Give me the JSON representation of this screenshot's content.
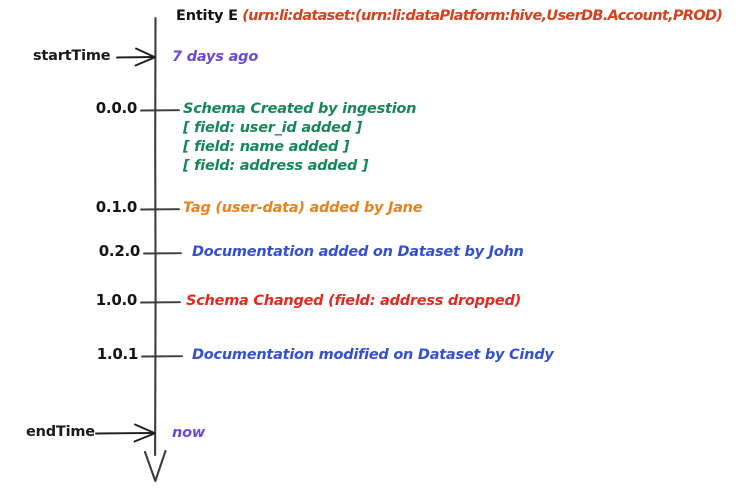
{
  "diagram": {
    "type": "timeline",
    "title": {
      "entity_label": "Entity E",
      "urn": "(urn:li:dataset:(urn:li:dataPlatform:hive,UserDB.Account,PROD)"
    },
    "axis": {
      "start_label": "startTime",
      "start_value": "7 days ago",
      "end_label": "endTime",
      "end_value": "now"
    },
    "events": [
      {
        "version": "0.0.0",
        "color": "#17875a",
        "text": "Schema Created by ingestion",
        "details": [
          "[ field: user_id added ]",
          "[ field: name added ]",
          "[ field: address added ]"
        ]
      },
      {
        "version": "0.1.0",
        "color": "#e8821c",
        "text": "Tag (user-data) added by Jane",
        "details": []
      },
      {
        "version": "0.2.0",
        "color": "#3450cf",
        "text": "Documentation added on Dataset by John",
        "details": []
      },
      {
        "version": "1.0.0",
        "color": "#e02a22",
        "text": "Schema Changed (field: address dropped)",
        "details": []
      },
      {
        "version": "1.0.1",
        "color": "#3450cf",
        "text": "Documentation modified on Dataset by Cindy",
        "details": []
      }
    ],
    "colors": {
      "urn": "#d4421e",
      "endpoint_value": "#6b49d6",
      "axis": "#3d3d3d",
      "label": "#161616"
    }
  }
}
